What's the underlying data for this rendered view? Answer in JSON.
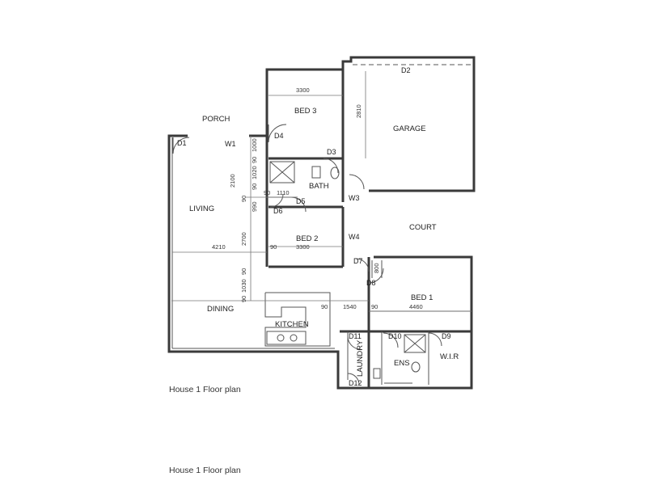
{
  "rooms": {
    "porch": "PORCH",
    "bed3": "BED 3",
    "garage": "GARAGE",
    "bath": "BATH",
    "living": "LIVING",
    "court": "COURT",
    "bed2": "BED 2",
    "dining": "DINING",
    "kitchen": "KITCHEN",
    "bed1": "BED 1",
    "laundry": "LAUNDRY",
    "ens": "ENS",
    "wir": "W.I.R"
  },
  "doors": {
    "d1": "D1",
    "d2": "D2",
    "d3": "D3",
    "d4": "D4",
    "d5": "D5",
    "d6": "D6",
    "d7": "D7",
    "d8": "D8",
    "d9": "D9",
    "d10": "D10",
    "d11": "D11",
    "d12": "D12"
  },
  "windows": {
    "w1": "W1",
    "w3": "W3",
    "w4": "W4"
  },
  "dimensions": {
    "bed3_width": "3300",
    "garage_depth": "2810",
    "v_1000": "1000",
    "v_90a": "90",
    "v_1020": "1020",
    "v_90b": "90",
    "v_2100": "2100",
    "v_90c": "90",
    "v_990": "990",
    "h_90a": "90",
    "h_1110": "1110",
    "living_width": "4210",
    "v_2700": "2700",
    "h_90b": "90",
    "bed2_width": "3300",
    "v_90d": "90",
    "v_1030": "1030",
    "v_90e": "90",
    "v_800": "800",
    "h_90c": "90",
    "h_1540": "1540",
    "h_90d": "90",
    "bed1_width": "4460"
  },
  "captions": {
    "caption1": "House 1 Floor plan",
    "caption2": "House 1 Floor plan"
  }
}
